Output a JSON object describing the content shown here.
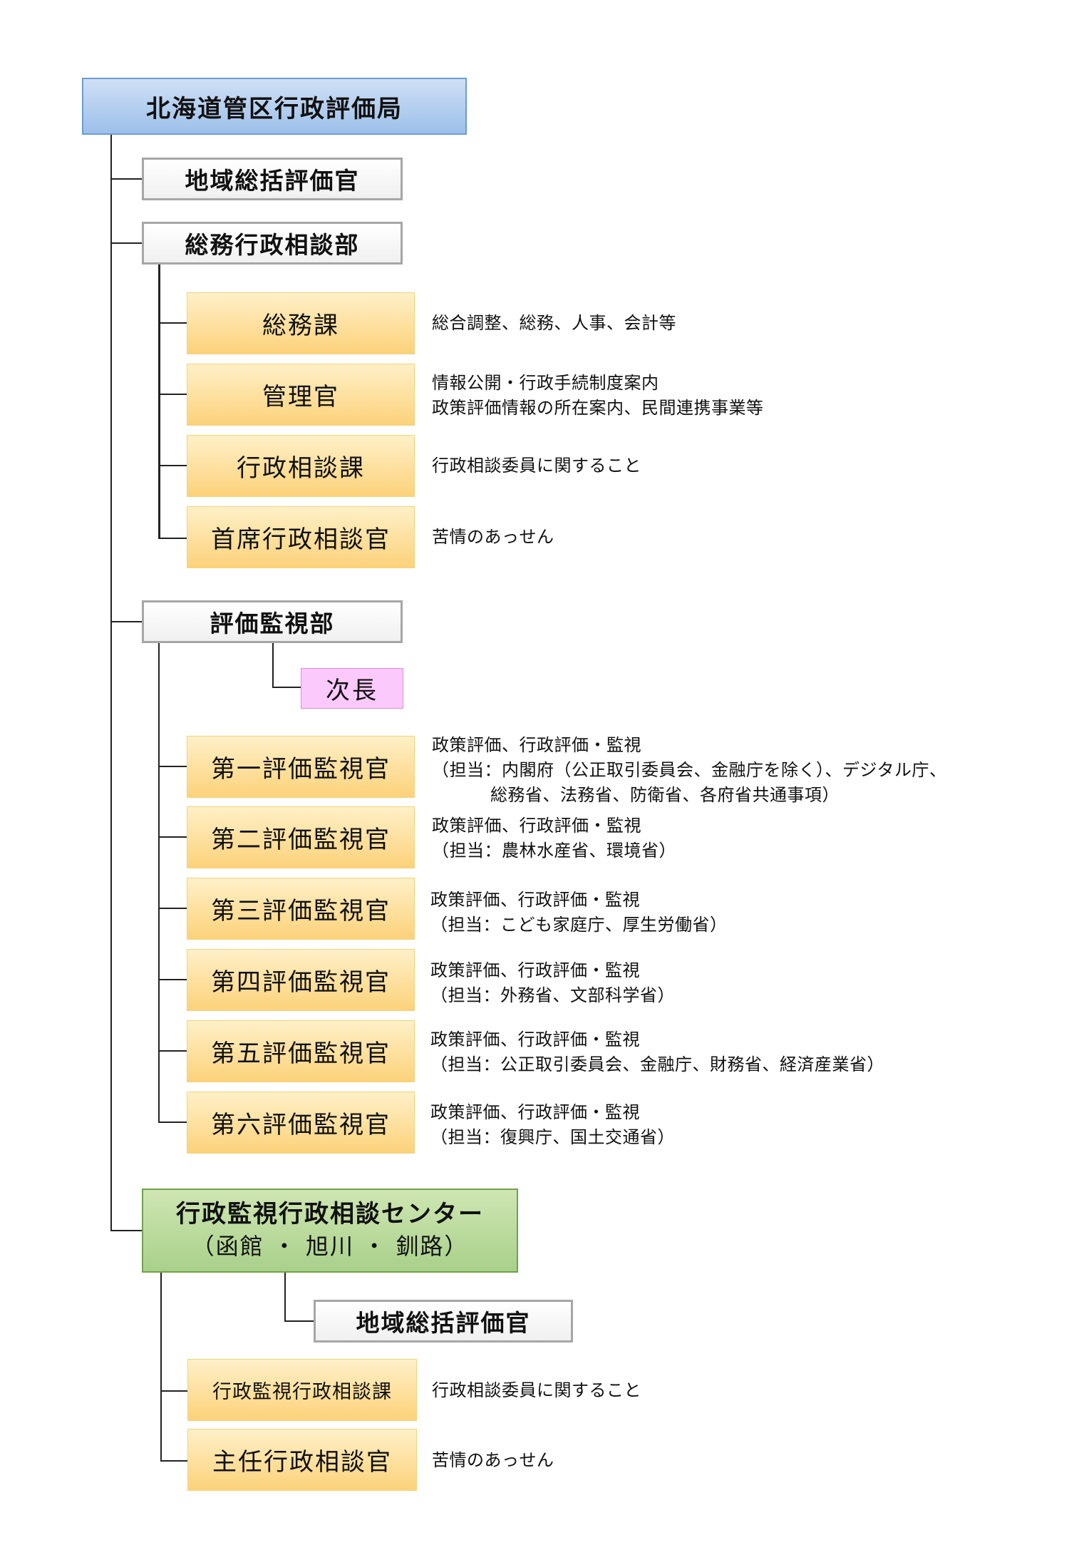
{
  "hq": "北海道管区行政評価局",
  "regional_evaluator": "地域総括評価官",
  "general_affairs_dept": {
    "title": "総務行政相談部",
    "units": [
      {
        "name": "総務課",
        "desc": [
          "総合調整、総務、人事、会計等"
        ]
      },
      {
        "name": "管理官",
        "desc": [
          "情報公開・行政手続制度案内",
          "政策評価情報の所在案内、民間連携事業等"
        ]
      },
      {
        "name": "行政相談課",
        "desc": [
          "行政相談委員に関すること"
        ]
      },
      {
        "name": "首席行政相談官",
        "desc": [
          "苦情のあっせん"
        ]
      }
    ]
  },
  "evaluation_dept": {
    "title": "評価監視部",
    "deputy": "次長",
    "units": [
      {
        "name": "第一評価監視官",
        "desc": [
          "政策評価、行政評価・監視",
          "（担当：内閣府（公正取引委員会、金融庁を除く）、デジタル庁、",
          "総務省、法務省、防衛省、各府省共通事項）"
        ]
      },
      {
        "name": "第二評価監視官",
        "desc": [
          "政策評価、行政評価・監視",
          "（担当：農林水産省、環境省）"
        ]
      },
      {
        "name": "第三評価監視官",
        "desc": [
          "政策評価、行政評価・監視",
          "（担当：こども家庭庁、厚生労働省）"
        ]
      },
      {
        "name": "第四評価監視官",
        "desc": [
          "政策評価、行政評価・監視",
          "（担当：外務省、文部科学省）"
        ]
      },
      {
        "name": "第五評価監視官",
        "desc": [
          "政策評価、行政評価・監視",
          "（担当：公正取引委員会、金融庁、財務省、経済産業省）"
        ]
      },
      {
        "name": "第六評価監視官",
        "desc": [
          "政策評価、行政評価・監視",
          "（担当：復興庁、国土交通省）"
        ]
      }
    ]
  },
  "center": {
    "title": "行政監視行政相談センター",
    "subtitle": "（函館 ・ 旭川 ・ 釧路）",
    "regional_evaluator": "地域総括評価官",
    "units": [
      {
        "name": "行政監視行政相談課",
        "desc": [
          "行政相談委員に関すること"
        ]
      },
      {
        "name": "主任行政相談官",
        "desc": [
          "苦情のあっせん"
        ]
      }
    ]
  }
}
